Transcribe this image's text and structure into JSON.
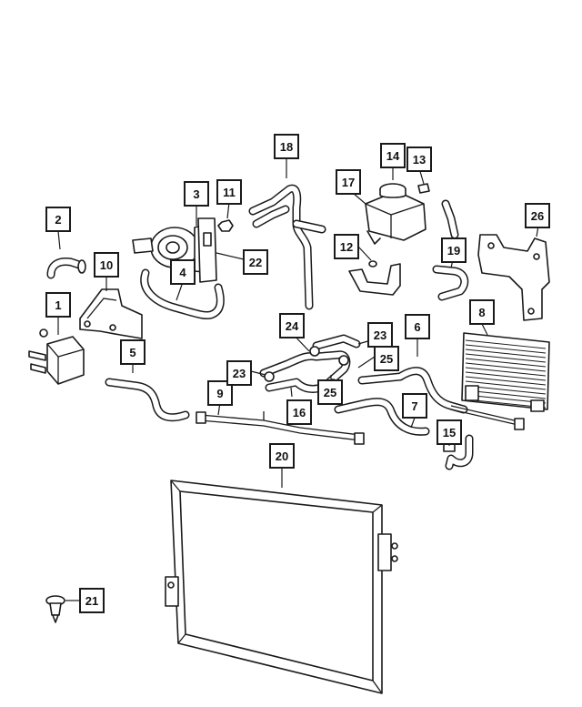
{
  "callouts": [
    {
      "id": "c1",
      "label": "1"
    },
    {
      "id": "c2",
      "label": "2"
    },
    {
      "id": "c3",
      "label": "3"
    },
    {
      "id": "c4",
      "label": "4"
    },
    {
      "id": "c5",
      "label": "5"
    },
    {
      "id": "c6",
      "label": "6"
    },
    {
      "id": "c7",
      "label": "7"
    },
    {
      "id": "c8",
      "label": "8"
    },
    {
      "id": "c9",
      "label": "9"
    },
    {
      "id": "c10",
      "label": "10"
    },
    {
      "id": "c11",
      "label": "11"
    },
    {
      "id": "c12",
      "label": "12"
    },
    {
      "id": "c13",
      "label": "13"
    },
    {
      "id": "c14",
      "label": "14"
    },
    {
      "id": "c15",
      "label": "15"
    },
    {
      "id": "c16",
      "label": "16"
    },
    {
      "id": "c17",
      "label": "17"
    },
    {
      "id": "c18",
      "label": "18"
    },
    {
      "id": "c19",
      "label": "19"
    },
    {
      "id": "c20",
      "label": "20"
    },
    {
      "id": "c21",
      "label": "21"
    },
    {
      "id": "c22",
      "label": "22"
    },
    {
      "id": "c23a",
      "label": "23"
    },
    {
      "id": "c23b",
      "label": "23"
    },
    {
      "id": "c24",
      "label": "24"
    },
    {
      "id": "c25a",
      "label": "25"
    },
    {
      "id": "c25b",
      "label": "25"
    },
    {
      "id": "c26",
      "label": "26"
    }
  ]
}
